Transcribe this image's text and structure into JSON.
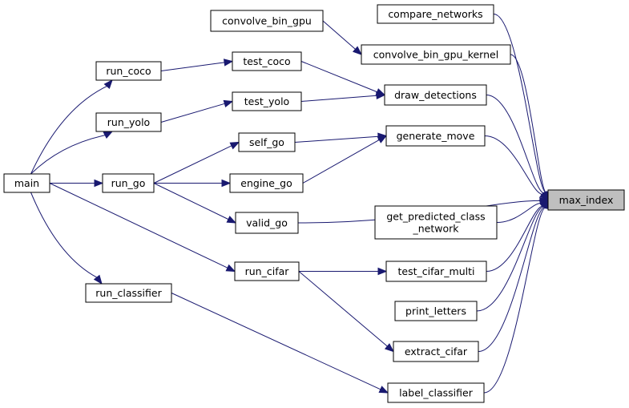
{
  "colors": {
    "edge": "#191970",
    "node_fill": "#ffffff",
    "highlight_fill": "#bfbfbf",
    "border": "#000000"
  },
  "nodes": [
    {
      "id": "main",
      "lines": [
        "main"
      ]
    },
    {
      "id": "run_coco",
      "lines": [
        "run_coco"
      ]
    },
    {
      "id": "run_yolo",
      "lines": [
        "run_yolo"
      ]
    },
    {
      "id": "run_go",
      "lines": [
        "run_go"
      ]
    },
    {
      "id": "run_classifier",
      "lines": [
        "run_classifier"
      ]
    },
    {
      "id": "test_coco",
      "lines": [
        "test_coco"
      ]
    },
    {
      "id": "test_yolo",
      "lines": [
        "test_yolo"
      ]
    },
    {
      "id": "self_go",
      "lines": [
        "self_go"
      ]
    },
    {
      "id": "engine_go",
      "lines": [
        "engine_go"
      ]
    },
    {
      "id": "valid_go",
      "lines": [
        "valid_go"
      ]
    },
    {
      "id": "run_cifar",
      "lines": [
        "run_cifar"
      ]
    },
    {
      "id": "convolve_bin_gpu",
      "lines": [
        "convolve_bin_gpu"
      ]
    },
    {
      "id": "compare_networks",
      "lines": [
        "compare_networks"
      ]
    },
    {
      "id": "convolve_bin_gpu_kernel",
      "lines": [
        "convolve_bin_gpu_kernel"
      ]
    },
    {
      "id": "draw_detections",
      "lines": [
        "draw_detections"
      ]
    },
    {
      "id": "generate_move",
      "lines": [
        "generate_move"
      ]
    },
    {
      "id": "get_predicted_class_network",
      "lines": [
        "get_predicted_class",
        "_network"
      ]
    },
    {
      "id": "test_cifar_multi",
      "lines": [
        "test_cifar_multi"
      ]
    },
    {
      "id": "print_letters",
      "lines": [
        "print_letters"
      ]
    },
    {
      "id": "extract_cifar",
      "lines": [
        "extract_cifar"
      ]
    },
    {
      "id": "label_classifier",
      "lines": [
        "label_classifier"
      ]
    },
    {
      "id": "max_index",
      "lines": [
        "max_index"
      ],
      "highlight": true
    }
  ],
  "edges": [
    {
      "from": "main",
      "to": "run_coco"
    },
    {
      "from": "main",
      "to": "run_yolo"
    },
    {
      "from": "main",
      "to": "run_go"
    },
    {
      "from": "main",
      "to": "run_cifar"
    },
    {
      "from": "main",
      "to": "run_classifier"
    },
    {
      "from": "run_coco",
      "to": "test_coco"
    },
    {
      "from": "run_yolo",
      "to": "test_yolo"
    },
    {
      "from": "run_go",
      "to": "self_go"
    },
    {
      "from": "run_go",
      "to": "engine_go"
    },
    {
      "from": "run_go",
      "to": "valid_go"
    },
    {
      "from": "run_classifier",
      "to": "label_classifier"
    },
    {
      "from": "convolve_bin_gpu",
      "to": "convolve_bin_gpu_kernel"
    },
    {
      "from": "test_coco",
      "to": "draw_detections"
    },
    {
      "from": "test_yolo",
      "to": "draw_detections"
    },
    {
      "from": "self_go",
      "to": "generate_move"
    },
    {
      "from": "engine_go",
      "to": "generate_move"
    },
    {
      "from": "run_cifar",
      "to": "test_cifar_multi"
    },
    {
      "from": "run_cifar",
      "to": "extract_cifar"
    },
    {
      "from": "compare_networks",
      "to": "max_index"
    },
    {
      "from": "convolve_bin_gpu_kernel",
      "to": "max_index"
    },
    {
      "from": "draw_detections",
      "to": "max_index"
    },
    {
      "from": "generate_move",
      "to": "max_index"
    },
    {
      "from": "valid_go",
      "to": "max_index"
    },
    {
      "from": "get_predicted_class_network",
      "to": "max_index"
    },
    {
      "from": "test_cifar_multi",
      "to": "max_index"
    },
    {
      "from": "print_letters",
      "to": "max_index"
    },
    {
      "from": "extract_cifar",
      "to": "max_index"
    },
    {
      "from": "label_classifier",
      "to": "max_index"
    }
  ]
}
